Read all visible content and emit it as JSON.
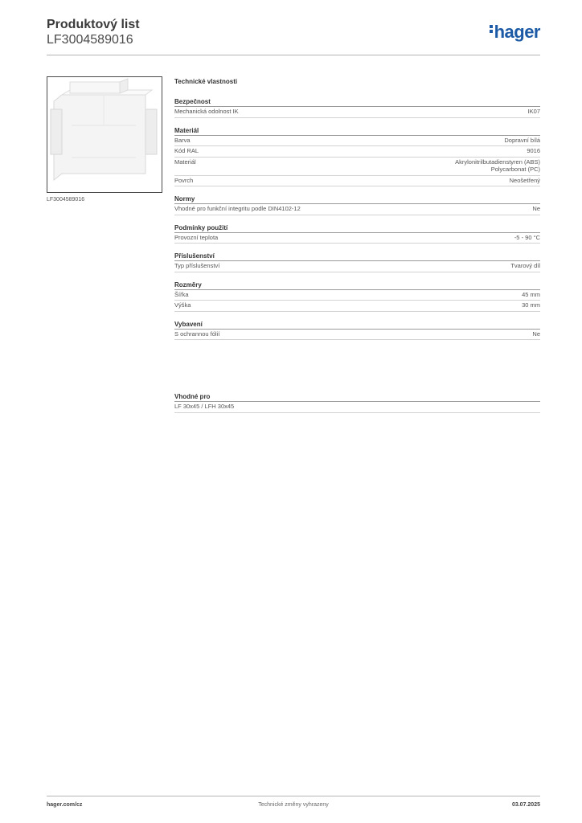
{
  "header": {
    "title": "Produktový list",
    "product_code": "LF3004589016",
    "logo_text": "hager"
  },
  "image": {
    "caption": "LF3004589016"
  },
  "specs": {
    "heading": "Technické vlastnosti",
    "sections": [
      {
        "title": "Bezpečnost",
        "rows": [
          {
            "label": "Mechanická odolnost IK",
            "value": [
              "IK07"
            ]
          }
        ]
      },
      {
        "title": "Materiál",
        "rows": [
          {
            "label": "Barva",
            "value": [
              "Dopravní bílá"
            ]
          },
          {
            "label": "Kód RAL",
            "value": [
              "9016"
            ]
          },
          {
            "label": "Materiál",
            "value": [
              "Akrylonitrilbutadienstyren (ABS)",
              "Polycarbonat (PC)"
            ]
          },
          {
            "label": "Povrch",
            "value": [
              "Neošetřený"
            ]
          }
        ]
      },
      {
        "title": "Normy",
        "rows": [
          {
            "label": "Vhodné pro funkční integritu podle DIN4102-12",
            "value": [
              "Ne"
            ]
          }
        ]
      },
      {
        "title": "Podmínky použití",
        "rows": [
          {
            "label": "Provozní teplota",
            "value": [
              "-5 - 90 °C"
            ]
          }
        ]
      },
      {
        "title": "Příslušenství",
        "rows": [
          {
            "label": "Typ příslušenství",
            "value": [
              "Tvarový díl"
            ]
          }
        ]
      },
      {
        "title": "Rozměry",
        "rows": [
          {
            "label": "Šířka",
            "value": [
              "45 mm"
            ]
          },
          {
            "label": "Výška",
            "value": [
              "30 mm"
            ]
          }
        ]
      },
      {
        "title": "Vybavení",
        "rows": [
          {
            "label": "S ochrannou fólií",
            "value": [
              "Ne"
            ]
          }
        ]
      }
    ]
  },
  "suitable_for": {
    "title": "Vhodné pro",
    "items": [
      "LF 30x45 / LFH 30x45"
    ]
  },
  "footer": {
    "website": "hager.com/cz",
    "note": "Technické změny vyhrazeny",
    "date": "03.07.2025"
  },
  "colors": {
    "brand": "#1c5aa6",
    "text": "#3c3c3c",
    "rule": "#b5b5b5"
  }
}
